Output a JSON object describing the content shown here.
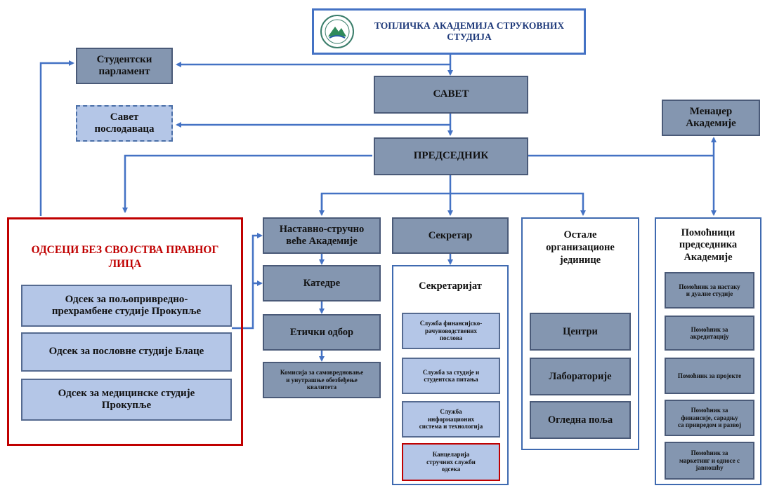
{
  "header": {
    "title_line1": "ТОПЛИЧКА АКАДЕМИЈА СТРУКОВНИХ",
    "title_line2": "СТУДИЈА"
  },
  "student_parliament": {
    "line1": "Студентски",
    "line2": "парламент"
  },
  "employers_council": {
    "line1": "Савет",
    "line2": "послодаваца"
  },
  "council": "САВЕТ",
  "president": "ПРЕДСЕДНИК",
  "manager": {
    "line1": "Менаџер",
    "line2": "Академије"
  },
  "departments": {
    "title_line1": "ОДСЕЦИ БЕЗ СВОЈСТВА ПРАВНОГ",
    "title_line2": "ЛИЦА",
    "items": [
      {
        "line1": "Одсек за пољопривредно-",
        "line2": "прехрамбене студије Прокупље"
      },
      {
        "line1": "Одсек за пословне студије Блаце",
        "line2": ""
      },
      {
        "line1": "Одсек за медицинске студије",
        "line2": "Прокупље"
      }
    ]
  },
  "academic_council": {
    "line1": "Наставно-стручно",
    "line2": "веће Академије"
  },
  "chairs": "Катедре",
  "ethics_board": "Етички одбор",
  "qa_commission": {
    "line1": "Комисија за самовредновање",
    "line2": "и унутрашње обезбеђење",
    "line3": "квалитета"
  },
  "secretary": "Секретар",
  "secretariat": {
    "title": "Секретаријат",
    "items": [
      {
        "line1": "Служба финансијско-",
        "line2": "рачуноводствених",
        "line3": "послова"
      },
      {
        "line1": "Служба за студије и",
        "line2": "студентска питања",
        "line3": ""
      },
      {
        "line1": "Служба",
        "line2": "информационих",
        "line3": "система и технологија"
      }
    ],
    "office": {
      "line1": "Канцеларија",
      "line2": "стручних служби",
      "line3": "одсека"
    }
  },
  "other_units": {
    "title_line1": "Остале",
    "title_line2": "организационе",
    "title_line3": "јединице",
    "items": [
      "Центри",
      "Лабораторије",
      "Огледна поља"
    ]
  },
  "assistants": {
    "title_line1": "Помоћници",
    "title_line2": "председника",
    "title_line3": "Академије",
    "items": [
      {
        "line1": "Помоћник за настаку",
        "line2": "и дуалне студије",
        "line3": ""
      },
      {
        "line1": "Помоћник за",
        "line2": "акредитацију",
        "line3": ""
      },
      {
        "line1": "Помоћник за пројекте",
        "line2": "",
        "line3": ""
      },
      {
        "line1": "Помоћник за",
        "line2": "финансије, сарадњу",
        "line3": "са привредом и развој"
      },
      {
        "line1": "Помоћник за",
        "line2": "маркетинг и односе с",
        "line3": "јавношћу"
      }
    ]
  },
  "colors": {
    "line": "#4472c4",
    "dark_box": "#8496b0",
    "light_box": "#b4c6e7",
    "red_border": "#c00000",
    "title_blue": "#1f3a7a"
  }
}
